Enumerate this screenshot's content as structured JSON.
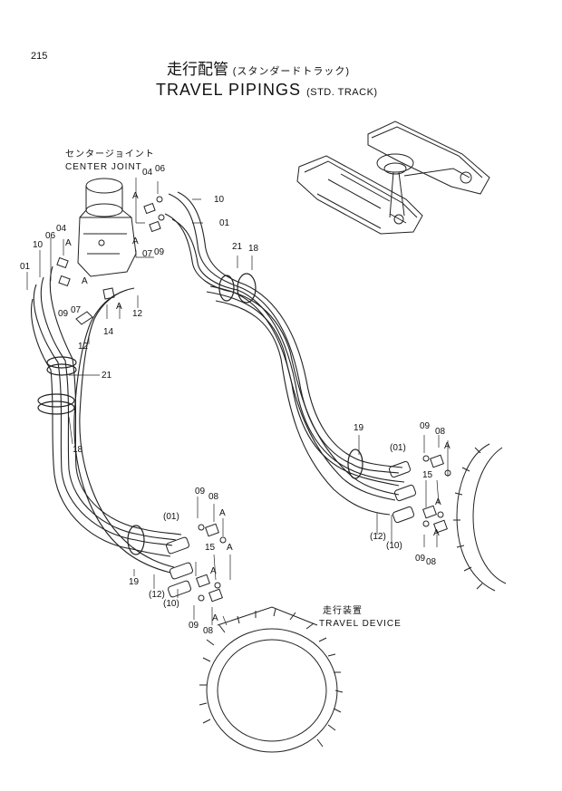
{
  "header": {
    "page_number": "215",
    "title_jp": "走行配管",
    "subtitle_jp": "(スタンダードトラック)",
    "title_en": "TRAVEL PIPINGS",
    "subtitle_en": "(STD. TRACK)"
  },
  "captions": {
    "center_joint_jp": "センタージョイント",
    "center_joint_en": "CENTER JOINT",
    "travel_device_jp": "走行装置",
    "travel_device_en": "TRAVEL DEVICE"
  },
  "callouts": [
    {
      "id": "c1",
      "text": "04"
    },
    {
      "id": "c2",
      "text": "06"
    },
    {
      "id": "c3",
      "text": "A"
    },
    {
      "id": "c4",
      "text": "10"
    },
    {
      "id": "c5",
      "text": "A"
    },
    {
      "id": "c6",
      "text": "01"
    },
    {
      "id": "c7",
      "text": "07"
    },
    {
      "id": "c8",
      "text": "09"
    },
    {
      "id": "c9",
      "text": "04"
    },
    {
      "id": "c10",
      "text": "06"
    },
    {
      "id": "c11",
      "text": "10"
    },
    {
      "id": "c12",
      "text": "A"
    },
    {
      "id": "c13",
      "text": "01"
    },
    {
      "id": "c14",
      "text": "A"
    },
    {
      "id": "c15",
      "text": "09"
    },
    {
      "id": "c16",
      "text": "07"
    },
    {
      "id": "c17",
      "text": "A"
    },
    {
      "id": "c18",
      "text": "14"
    },
    {
      "id": "c19",
      "text": "12"
    },
    {
      "id": "c20",
      "text": "12"
    },
    {
      "id": "c21",
      "text": "21"
    },
    {
      "id": "c22",
      "text": "18"
    },
    {
      "id": "c23",
      "text": "21"
    },
    {
      "id": "c24",
      "text": "18"
    },
    {
      "id": "c25",
      "text": "19"
    },
    {
      "id": "c26",
      "text": "09"
    },
    {
      "id": "c27",
      "text": "08"
    },
    {
      "id": "c28",
      "text": "(01)"
    },
    {
      "id": "c29",
      "text": "A"
    },
    {
      "id": "c30",
      "text": "15"
    },
    {
      "id": "c31",
      "text": "A"
    },
    {
      "id": "c32",
      "text": "A"
    },
    {
      "id": "c33",
      "text": "(12)"
    },
    {
      "id": "c34",
      "text": "(10)"
    },
    {
      "id": "c35",
      "text": "09"
    },
    {
      "id": "c36",
      "text": "08"
    },
    {
      "id": "c37",
      "text": "09"
    },
    {
      "id": "c38",
      "text": "08"
    },
    {
      "id": "c39",
      "text": "(01)"
    },
    {
      "id": "c40",
      "text": "A"
    },
    {
      "id": "c41",
      "text": "15"
    },
    {
      "id": "c42",
      "text": "A"
    },
    {
      "id": "c43",
      "text": "19"
    },
    {
      "id": "c44",
      "text": "(12)"
    },
    {
      "id": "c45",
      "text": "(10)"
    },
    {
      "id": "c46",
      "text": "A"
    },
    {
      "id": "c47",
      "text": "09"
    },
    {
      "id": "c48",
      "text": "08"
    },
    {
      "id": "c49",
      "text": "A"
    }
  ]
}
